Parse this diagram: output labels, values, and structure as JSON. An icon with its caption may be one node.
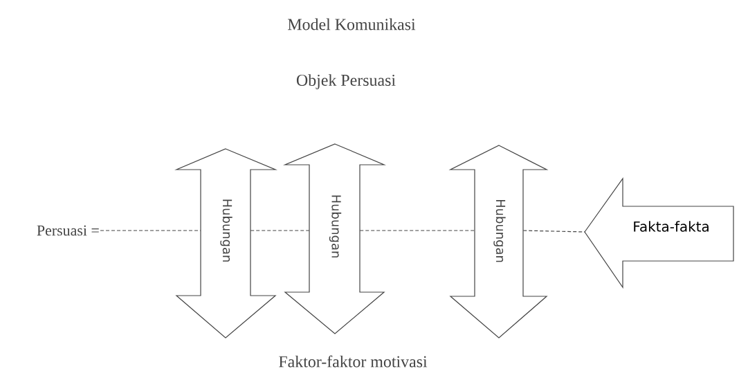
{
  "diagram": {
    "title": "Model Komunikasi",
    "nodes": [
      {
        "text": [
          "Persuasi ="
        ]
      },
      {
        "text": [
          "Hubungan"
        ]
      },
      {
        "text": [
          "Hubungan"
        ]
      },
      {
        "text": [
          "Hubungan"
        ]
      },
      {
        "text": [
          "Fakta-fakta"
        ]
      }
    ],
    "edges": [
      {
        "from": 0,
        "to": 1,
        "arrow": "none",
        "style": "dashed"
      },
      {
        "from": 1,
        "to": 2,
        "arrow": "none",
        "style": "dashed"
      },
      {
        "from": 2,
        "to": 3,
        "arrow": "none",
        "style": "dashed"
      },
      {
        "from": 3,
        "to": 4,
        "arrow": "none",
        "style": "dashed"
      }
    ],
    "labels": [
      "Objek Persuasi",
      "Faktor-faktor motivasi"
    ]
  }
}
